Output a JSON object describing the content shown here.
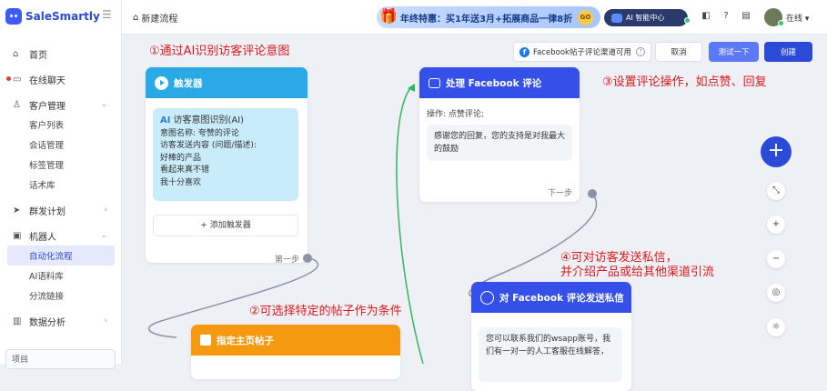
{
  "brand": {
    "name": "SaleSmartly",
    "accent": "#2b4bd6"
  },
  "sidebar": {
    "items": [
      {
        "label": "首页",
        "icon": "home-icon"
      },
      {
        "label": "在线聊天",
        "icon": "chat-icon"
      },
      {
        "label": "客户管理",
        "icon": "users-icon"
      },
      {
        "label": "客户列表"
      },
      {
        "label": "会话管理"
      },
      {
        "label": "标签管理"
      },
      {
        "label": "话术库"
      },
      {
        "label": "群发计划",
        "icon": "send-icon"
      },
      {
        "label": "机器人",
        "icon": "robot-icon"
      },
      {
        "label": "自动化流程"
      },
      {
        "label": "AI语料库"
      },
      {
        "label": "分流链接"
      },
      {
        "label": "数据分析",
        "icon": "chart-icon"
      }
    ],
    "project_label": "项目"
  },
  "topbar": {
    "new_flow": "新建流程",
    "promo": "年终特惠：买1年送3月+拓展商品一律8折",
    "promo_go": "GO",
    "ai_center": "AI 智能中心",
    "status": "在线"
  },
  "toolbar": {
    "fb_channel": "Facebook帖子评论渠道可用",
    "cancel": "取消",
    "test": "测试一下",
    "create": "创建"
  },
  "annotations": {
    "a1": "①通过AI识别访客评论意图",
    "a2": "②可选择特定的帖子作为条件",
    "a3": "③设置评论操作，如点赞、回复",
    "a4_line1": "④可对访客发送私信，",
    "a4_line2": "并介绍产品或给其他渠道引流"
  },
  "trigger": {
    "title": "触发器",
    "ai_tag": "AI",
    "box_title": "访客意图识别(AI)",
    "lines": [
      "意图名称: 夸赞的评论",
      "访客发送内容 (问题/描述):",
      "好棒的产品",
      "看起来真不错",
      "我十分喜欢"
    ],
    "add": "+ 添加触发器",
    "next": "第一步"
  },
  "fb_comment": {
    "title": "处理 Facebook 评论",
    "op": "操作: 点赞评论;",
    "reply": "感谢您的回复，您的支持是对我最大的鼓励",
    "next": "下一步"
  },
  "fb_dm": {
    "title": "对 Facebook 评论发送私信",
    "msg": "您可以联系我们的wsapp账号，我们有一对一的人工客服在线解答，"
  },
  "page_post": {
    "title": "指定主页帖子"
  },
  "tools": [
    "magic-icon",
    "zoom-in-icon",
    "zoom-out-icon",
    "locate-icon",
    "brightness-icon"
  ],
  "tool_glyphs": [
    "⤡",
    "+",
    "−",
    "◎",
    "☼"
  ],
  "colors": {
    "trigger": "#29a9e6",
    "action": "#3550e8",
    "post": "#f59a10",
    "connector": "#2fb85e",
    "annotation": "#d91b1b"
  }
}
